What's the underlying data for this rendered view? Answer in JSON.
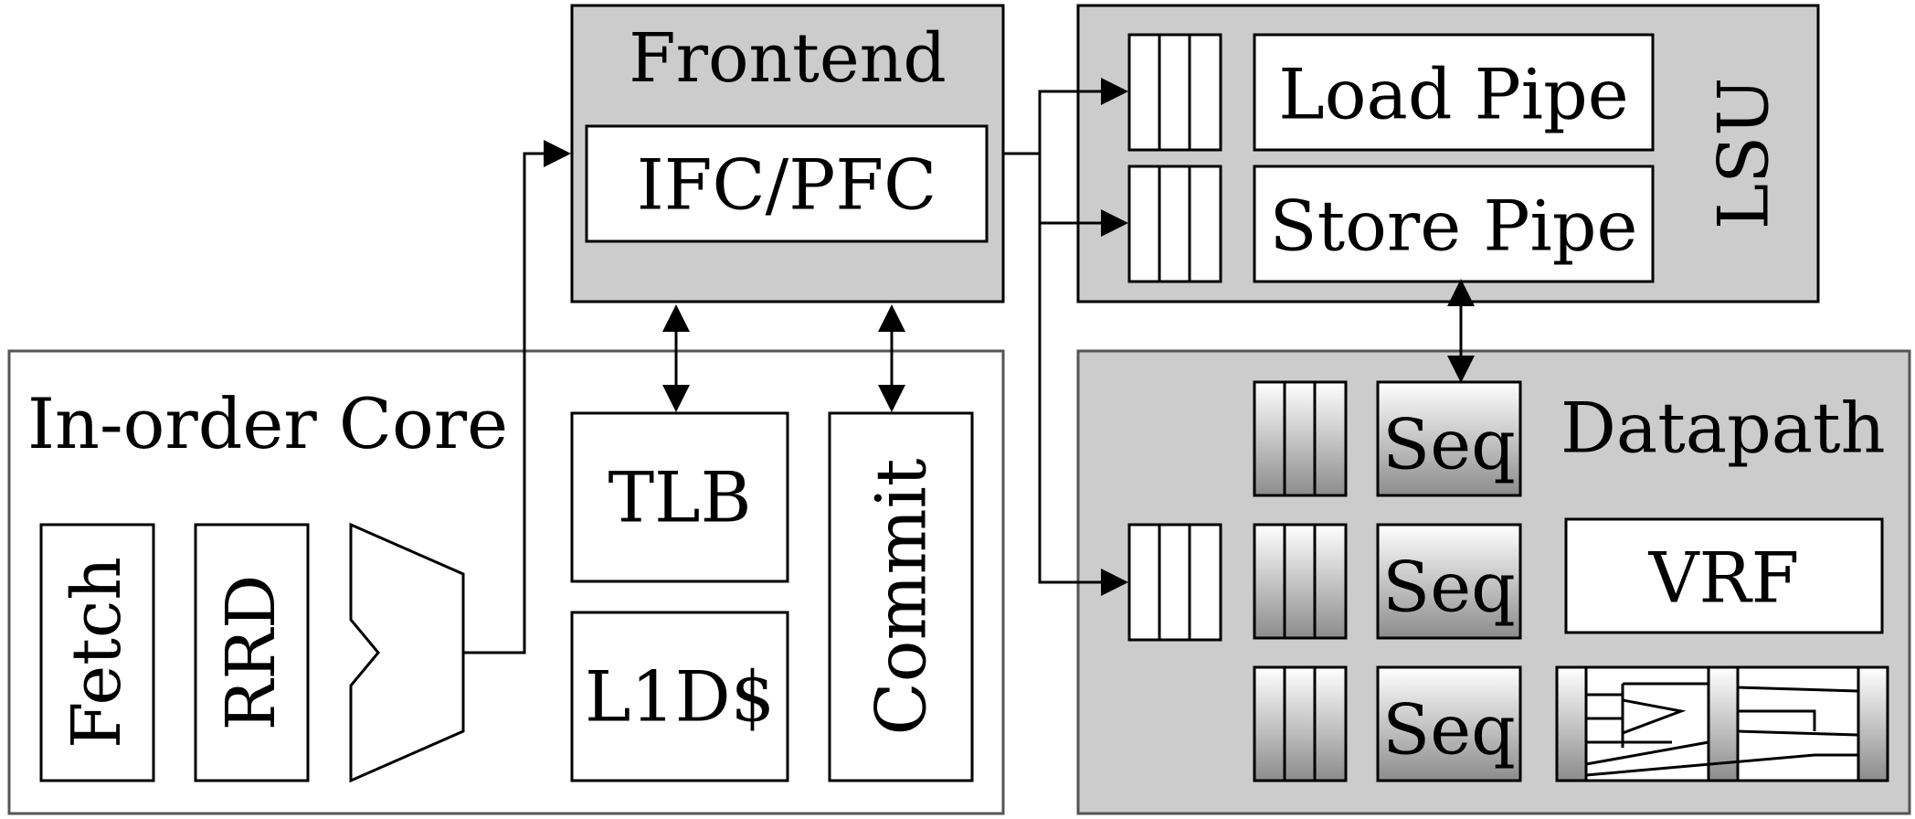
{
  "blocks": {
    "frontend": "Frontend",
    "ifc_pfc": "IFC/PFC",
    "lsu": "LSU",
    "load_pipe": "Load Pipe",
    "store_pipe": "Store Pipe",
    "in_order_core": "In-order Core",
    "fetch": "Fetch",
    "rrd": "RRD",
    "tlb": "TLB",
    "l1d": "L1D$",
    "commit": "Commit",
    "datapath": "Datapath",
    "seq": "Seq",
    "vrf": "VRF"
  },
  "colors": {
    "block_fill": "#cccccc",
    "outline": "#000000",
    "background": "#ffffff"
  }
}
